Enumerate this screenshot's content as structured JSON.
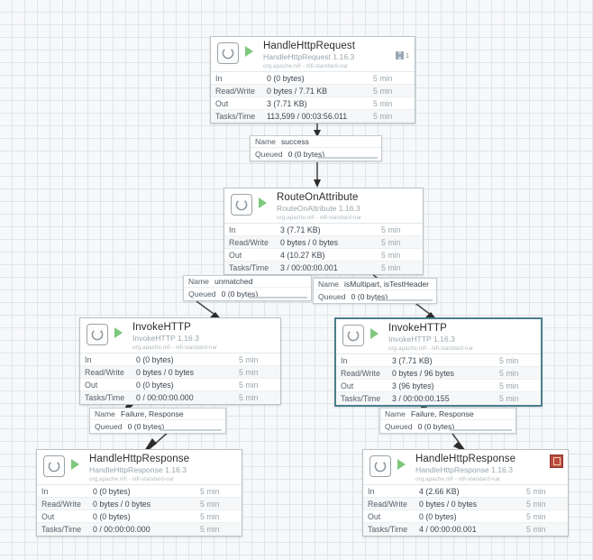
{
  "canvas": {
    "grid_color": "#dfe6ea",
    "background_color": "#f7f8fa",
    "selection_color": "#4a7f8c",
    "bulletin_color": "#ba4a42",
    "run_glyph_color": "#7ec87e"
  },
  "stat_labels": {
    "in": "In",
    "read_write": "Read/Write",
    "out": "Out",
    "tasks_time": "Tasks/Time"
  },
  "conn_labels": {
    "name": "Name",
    "queued": "Queued"
  },
  "processors": [
    {
      "id": "handle-http-request",
      "name": "HandleHttpRequest",
      "type": "HandleHttpRequest 1.16.3",
      "bundle": "org.apache.nifi - nifi-standard-nar",
      "selected": false,
      "thread_count": "1",
      "bulletin": false,
      "stats": {
        "in": "0 (0 bytes)",
        "in_time": "5 min",
        "read_write": "0 bytes / 7.71 KB",
        "read_write_time": "5 min",
        "out": "3 (7.71 KB)",
        "out_time": "5 min",
        "tasks_time": "113,599 / 00:03:56.011",
        "tasks_time_time": "5 min"
      }
    },
    {
      "id": "route-on-attribute",
      "name": "RouteOnAttribute",
      "type": "RouteOnAttribute 1.16.3",
      "bundle": "org.apache.nifi - nifi-standard-nar",
      "selected": false,
      "thread_count": null,
      "bulletin": false,
      "stats": {
        "in": "3 (7.71 KB)",
        "in_time": "5 min",
        "read_write": "0 bytes / 0 bytes",
        "read_write_time": "5 min",
        "out": "4 (10.27 KB)",
        "out_time": "5 min",
        "tasks_time": "3 / 00:00:00.001",
        "tasks_time_time": "5 min"
      }
    },
    {
      "id": "invoke-http-left",
      "name": "InvokeHTTP",
      "type": "InvokeHTTP 1.16.3",
      "bundle": "org.apache.nifi - nifi-standard-nar",
      "selected": false,
      "thread_count": null,
      "bulletin": false,
      "stats": {
        "in": "0 (0 bytes)",
        "in_time": "5 min",
        "read_write": "0 bytes / 0 bytes",
        "read_write_time": "5 min",
        "out": "0 (0 bytes)",
        "out_time": "5 min",
        "tasks_time": "0 / 00:00:00.000",
        "tasks_time_time": "5 min"
      }
    },
    {
      "id": "invoke-http-right",
      "name": "InvokeHTTP",
      "type": "InvokeHTTP 1.16.3",
      "bundle": "org.apache.nifi - nifi-standard-nar",
      "selected": true,
      "thread_count": null,
      "bulletin": false,
      "stats": {
        "in": "3 (7.71 KB)",
        "in_time": "5 min",
        "read_write": "0 bytes / 96 bytes",
        "read_write_time": "5 min",
        "out": "3 (96 bytes)",
        "out_time": "5 min",
        "tasks_time": "3 / 00:00:00.155",
        "tasks_time_time": "5 min"
      }
    },
    {
      "id": "handle-http-response-left",
      "name": "HandleHttpResponse",
      "type": "HandleHttpResponse 1.16.3",
      "bundle": "org.apache.nifi - nifi-standard-nar",
      "selected": false,
      "thread_count": null,
      "bulletin": false,
      "stats": {
        "in": "0 (0 bytes)",
        "in_time": "5 min",
        "read_write": "0 bytes / 0 bytes",
        "read_write_time": "5 min",
        "out": "0 (0 bytes)",
        "out_time": "5 min",
        "tasks_time": "0 / 00:00:00.000",
        "tasks_time_time": "5 min"
      }
    },
    {
      "id": "handle-http-response-right",
      "name": "HandleHttpResponse",
      "type": "HandleHttpResponse 1.16.3",
      "bundle": "org.apache.nifi - nifi-standard-nar",
      "selected": false,
      "thread_count": null,
      "bulletin": true,
      "stats": {
        "in": "4 (2.66 KB)",
        "in_time": "5 min",
        "read_write": "0 bytes / 0 bytes",
        "read_write_time": "5 min",
        "out": "0 (0 bytes)",
        "out_time": "5 min",
        "tasks_time": "4 / 00:00:00.001",
        "tasks_time_time": "5 min"
      }
    }
  ],
  "connections": [
    {
      "id": "conn-success",
      "name": "success",
      "queued": "0 (0 bytes)"
    },
    {
      "id": "conn-unmatched",
      "name": "unmatched",
      "queued": "0 (0 bytes)"
    },
    {
      "id": "conn-ismultipart",
      "name": "isMultipart, isTestHeader",
      "queued": "0 (0 bytes)"
    },
    {
      "id": "conn-failresp-left",
      "name": "Failure, Response",
      "queued": "0 (0 bytes)"
    },
    {
      "id": "conn-failresp-right",
      "name": "Failure, Response",
      "queued": "0 (0 bytes)"
    }
  ]
}
